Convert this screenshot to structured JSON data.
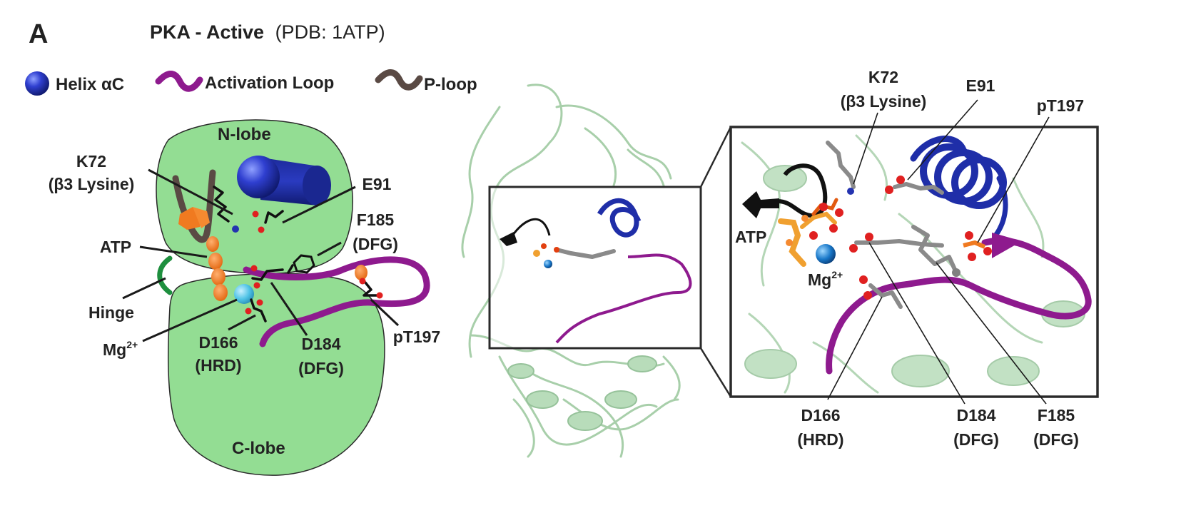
{
  "panel_letter": "A",
  "title": {
    "bold": "PKA - Active",
    "normal": "(PDB: 1ATP)"
  },
  "legend": [
    {
      "label": "Helix αC",
      "icon": "blue-sphere-icon",
      "color": "#2433b0"
    },
    {
      "label": "Activation Loop",
      "icon": "purple-wave-icon",
      "color": "#8e1a8e"
    },
    {
      "label": "P-loop",
      "icon": "brown-wave-icon",
      "color": "#5a4a44"
    }
  ],
  "schematic": {
    "n_lobe": "N-lobe",
    "c_lobe": "C-lobe",
    "k72_line1": "K72",
    "k72_line2": "(β3 Lysine)",
    "e91": "E91",
    "f185_line1": "F185",
    "f185_line2": "(DFG)",
    "atp": "ATP",
    "hinge": "Hinge",
    "mg": "Mg",
    "mg_sup": "2+",
    "d166_line1": "D166",
    "d166_line2": "(HRD)",
    "d184_line1": "D184",
    "d184_line2": "(DFG)",
    "pt197": "pT197"
  },
  "zoom": {
    "k72_line1": "K72",
    "k72_line2": "(β3 Lysine)",
    "e91": "E91",
    "pt197": "pT197",
    "atp": "ATP",
    "mg": "Mg",
    "mg_sup": "2+",
    "d166_line1": "D166",
    "d166_line2": "(HRD)",
    "d184_line1": "D184",
    "d184_line2": "(DFG)",
    "f185_line1": "F185",
    "f185_line2": "(DFG)"
  },
  "colors": {
    "lobe_fill": "#93dd93",
    "lobe_stroke": "#2a2a2a",
    "helix": "#2433b0",
    "activation_loop": "#8e1a8e",
    "p_loop": "#5a4a44",
    "hinge": "#1e8f3e",
    "atp": "#f07a20",
    "mg": "#4fc3e6",
    "protein_ribbon": "#a8cfaa"
  }
}
